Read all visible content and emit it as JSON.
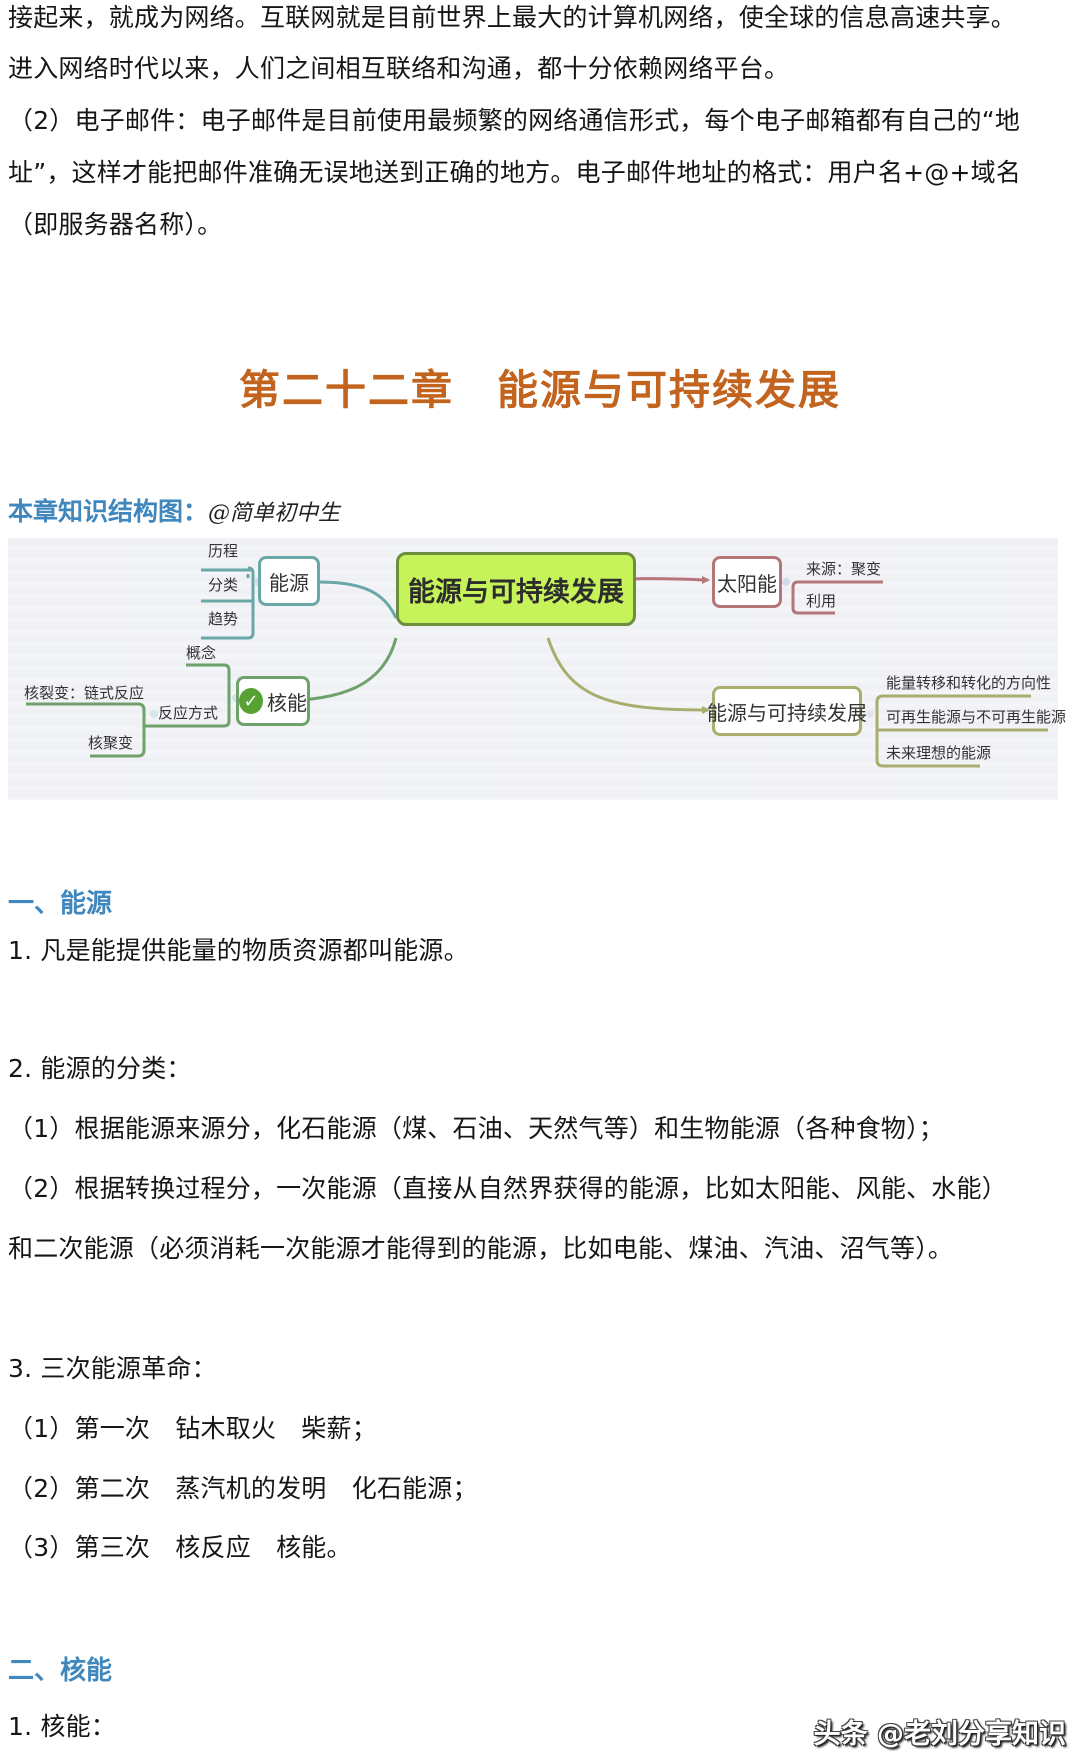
{
  "intro_paragraphs": [
    "接起来，就成为网络。互联网就是目前世界上最大的计算机网络，使全球的信息高速共享。",
    "进入网络时代以来，人们之间相互联络和沟通，都十分依赖网络平台。",
    "（2）电子邮件：电子邮件是目前使用最频繁的网络通信形式，每个电子邮箱都有自己的“地",
    "址”，这样才能把邮件准确无误地送到正确的地方。电子邮件地址的格式：用户名+@+域名",
    "（即服务器名称）。"
  ],
  "chapter": {
    "title": "第二十二章　能源与可持续发展"
  },
  "map_heading": {
    "label": "本章知识结构图：",
    "author": "@简单初中生"
  },
  "mindmap": {
    "root": "能源与可持续发展",
    "colors": {
      "root_fill": "#c6f25a",
      "energy_branch": "#6aa8a8",
      "nuclear_branch": "#6fa26b",
      "solar_branch": "#b47678",
      "sustain_branch": "#a9ad6e"
    },
    "branches": {
      "energy": {
        "label": "能源",
        "children": [
          "历程",
          "分类",
          "趋势"
        ]
      },
      "nuclear": {
        "label": "核能",
        "icon": "check-icon",
        "children": [
          "概念",
          "反应方式"
        ],
        "reaction_children": [
          "核裂变：链式反应",
          "核聚变"
        ]
      },
      "solar": {
        "label": "太阳能",
        "children": [
          "来源：聚变",
          "利用"
        ]
      },
      "sustain": {
        "label": "能源与可持续发展",
        "children": [
          "能量转移和转化的方向性",
          "可再生能源与不可再生能源",
          "未来理想的能源"
        ]
      }
    }
  },
  "section1": {
    "heading": "一、能源",
    "item1": "1. 凡是能提供能量的物质资源都叫能源。",
    "item2_title": "2. 能源的分类：",
    "item2_lines": [
      "（1）根据能源来源分，化石能源（煤、石油、天然气等）和生物能源（各种食物）；",
      "（2）根据转换过程分，一次能源（直接从自然界获得的能源，比如太阳能、风能、水能）",
      "和二次能源（必须消耗一次能源才能得到的能源，比如电能、煤油、汽油、沼气等）。"
    ],
    "item3_title": "3. 三次能源革命：",
    "item3_lines": [
      "（1）第一次　钻木取火　柴薪；",
      "（2）第二次　蒸汽机的发明　化石能源；",
      "（3）第三次　核反应　核能。"
    ]
  },
  "section2": {
    "heading": "二、核能",
    "item1": "1. 核能："
  },
  "watermark": "头条 @老刘分享知识"
}
